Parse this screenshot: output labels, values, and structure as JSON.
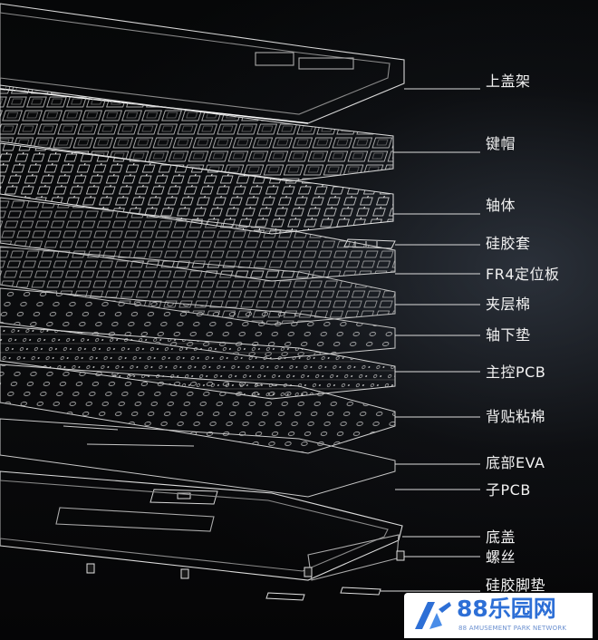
{
  "labels": [
    {
      "id": "upper-frame",
      "text": "上盖架"
    },
    {
      "id": "keycaps",
      "text": "键帽"
    },
    {
      "id": "switches",
      "text": "轴体"
    },
    {
      "id": "silicone-sleeve",
      "text": "硅胶套"
    },
    {
      "id": "fr4-plate",
      "text": "FR4定位板"
    },
    {
      "id": "sandwich-foam",
      "text": "夹层棉"
    },
    {
      "id": "switch-pad",
      "text": "轴下垫"
    },
    {
      "id": "main-pcb",
      "text": "主控PCB"
    },
    {
      "id": "backing-foam",
      "text": "背贴粘棉"
    },
    {
      "id": "bottom-eva",
      "text": "底部EVA"
    },
    {
      "id": "daughter-pcb",
      "text": "子PCB"
    },
    {
      "id": "bottom-case",
      "text": "底盖"
    },
    {
      "id": "screws",
      "text": "螺丝"
    },
    {
      "id": "silicone-feet",
      "text": "硅胶脚垫"
    }
  ],
  "watermark": {
    "name": "88乐园网",
    "subtitle": "88 AMUSEMENT PARK NETWORK",
    "color": "#2d6fd6"
  },
  "colors": {
    "background": "#050506",
    "line": "#d8d8d8",
    "label_text": "#f2f2f2"
  }
}
